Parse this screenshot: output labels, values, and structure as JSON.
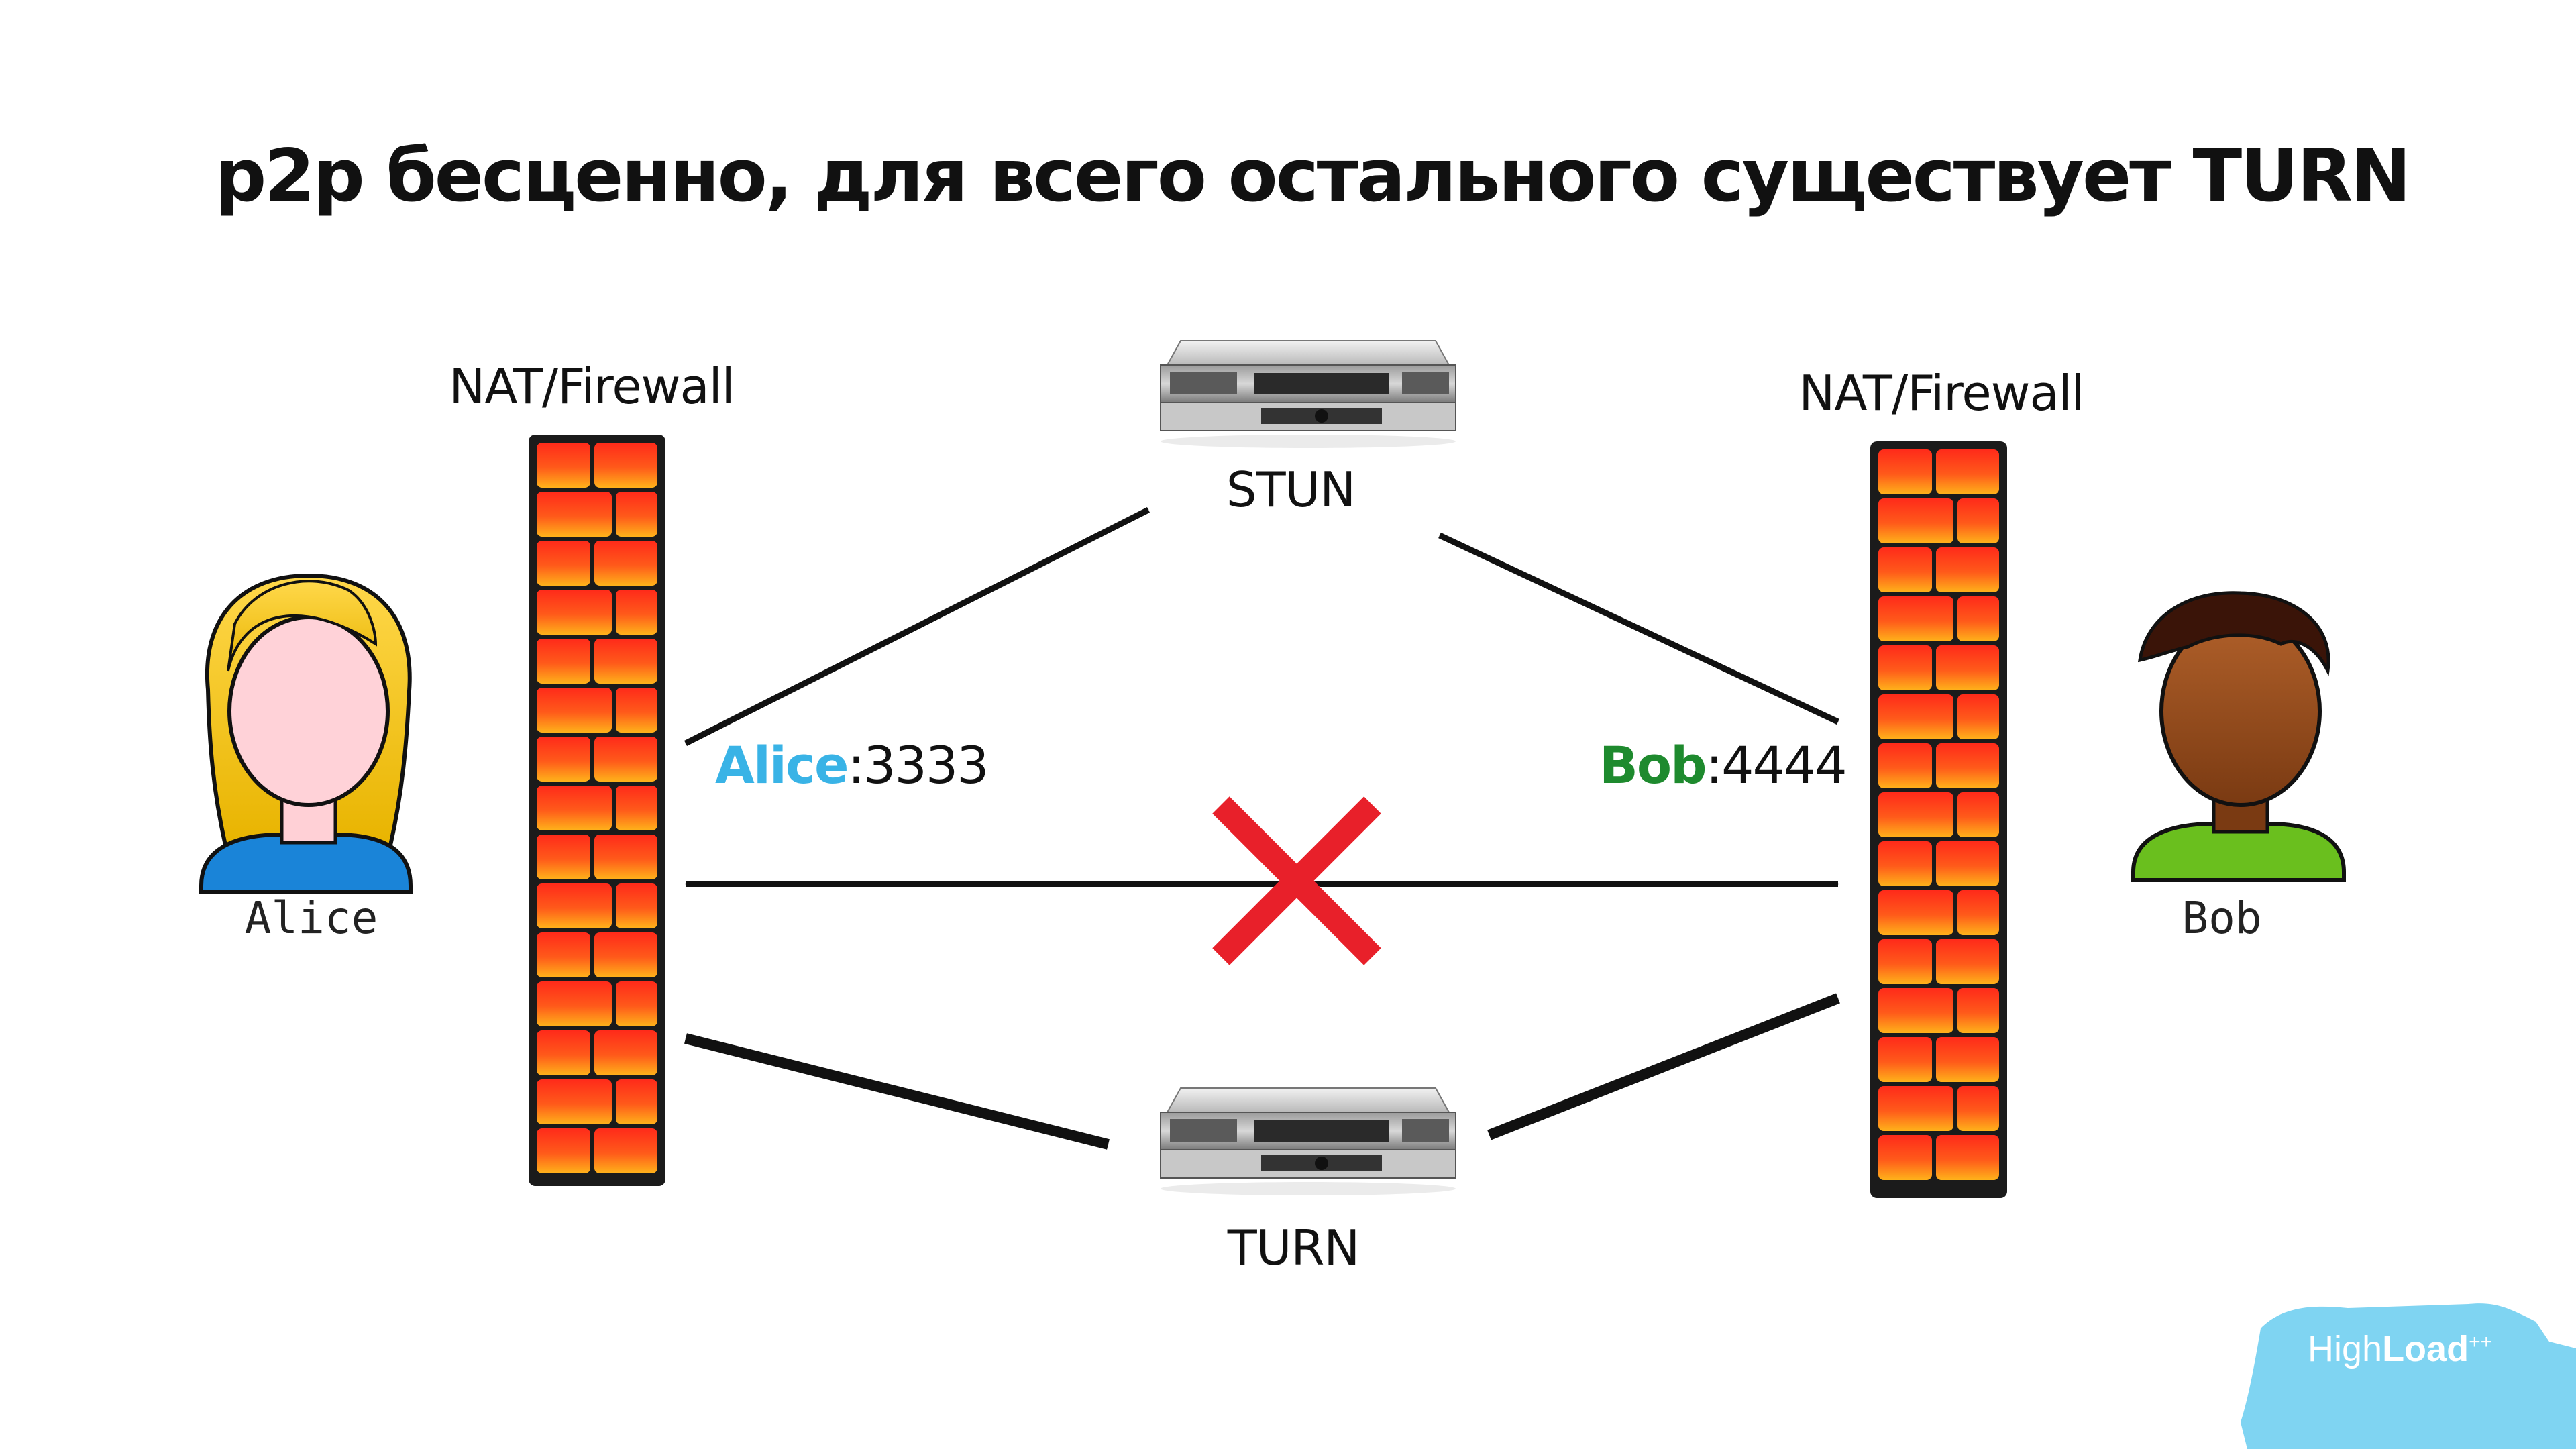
{
  "title": "p2p бесценно, для всего остального существует TURN",
  "nodes": {
    "nat_left_label": "NAT/Firewall",
    "nat_right_label": "NAT/Firewall",
    "stun_label": "STUN",
    "turn_label": "TURN",
    "alice_label": "Alice",
    "bob_label": "Bob"
  },
  "addresses": {
    "alice_name": "Alice",
    "alice_port": ":3333",
    "bob_name": "Bob",
    "bob_port": ":4444"
  },
  "logo": {
    "text_light": "High",
    "text_bold": "Load",
    "text_sup": "++"
  },
  "colors": {
    "alice_accent": "#39b3e6",
    "bob_accent": "#1e8a2e",
    "blocked_cross": "#e8202a",
    "brick": "#f25a1a",
    "logo_bear": "#7fd4f2"
  }
}
